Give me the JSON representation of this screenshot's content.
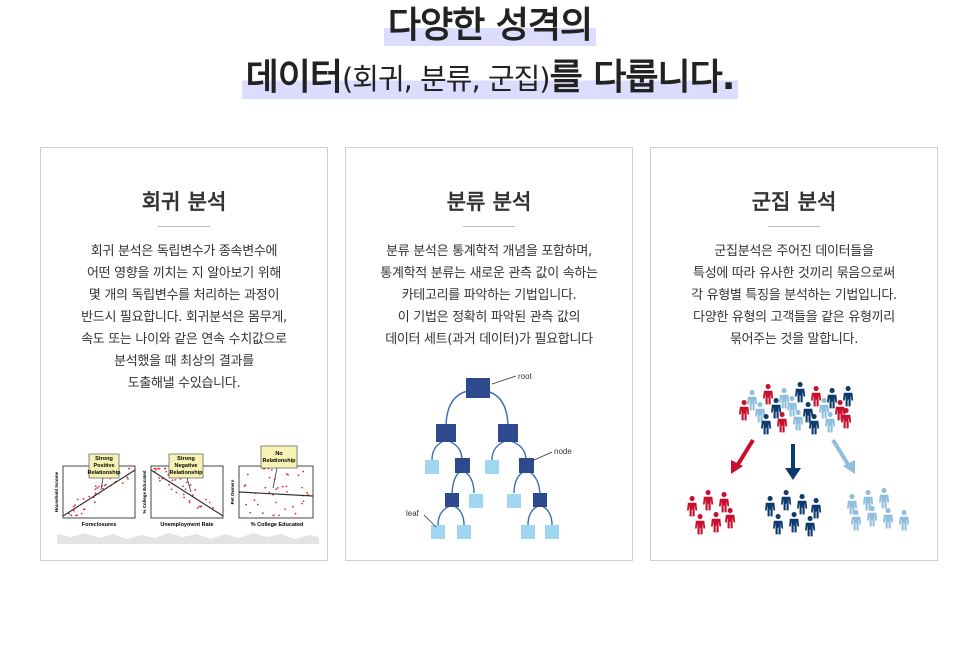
{
  "headline": {
    "line1": "다양한 성격의",
    "line2_pre": "데이터",
    "line2_paren": "(회귀, 분류, 군집)",
    "line2_post": "를 다룹니다."
  },
  "cards": [
    {
      "title": "회귀 분석",
      "desc": [
        "회귀 분석은 독립변수가 종속변수에",
        "어떤 영향을 끼치는 지 알아보기 위해",
        "몇 개의 독립변수를 처리하는 과정이",
        "반드시 필요합니다. 회귀분석은 몸무게,",
        "속도 또는 나이와 같은 연속 수치값으로",
        "분석했을 때 최상의 결과를",
        "도출해낼 수있습니다."
      ],
      "plots": [
        {
          "note": [
            "Strong",
            "Positive",
            "Relationship"
          ],
          "xlabel": "Foreclosures",
          "ylabel": "Household Income"
        },
        {
          "note": [
            "Strong",
            "Negative",
            "Relationship"
          ],
          "xlabel": "Unemployment Rate",
          "ylabel": "% College Educated"
        },
        {
          "note": [
            "No",
            "Relationship"
          ],
          "xlabel": "% College Educated",
          "ylabel": "Pet Owners"
        }
      ]
    },
    {
      "title": "분류 분석",
      "desc": [
        "분류 분석은 통계학적 개념을 포함하며,",
        "통계학적 분류는 새로운 관측 값이 속하는",
        "카테고리를 파악하는 기법입니다.",
        "이 기법은 정확히 파악된 관측 값의",
        "데이터 세트(과거 데이터)가 필요합니다"
      ],
      "tree": {
        "root_label": "root",
        "node_label": "node",
        "leaf_label": "leaf"
      }
    },
    {
      "title": "군집 분석",
      "desc": [
        "군집분석은 주어진 데이터들을",
        "특성에 따라 유사한 것끼리 묶음으로써",
        "각 유형별 특징을 분석하는 기법입니다.",
        "다양한 유형의 고객들을 같은 유형끼리",
        "묶어주는 것을 말합니다."
      ]
    }
  ],
  "colors": {
    "highlight": "#dcdcff",
    "tree_dark": "#2e4a8e",
    "tree_light": "#9fd6f2",
    "people_red": "#c8102e",
    "people_navy": "#0d3b6e",
    "people_light": "#8fbfdc"
  }
}
